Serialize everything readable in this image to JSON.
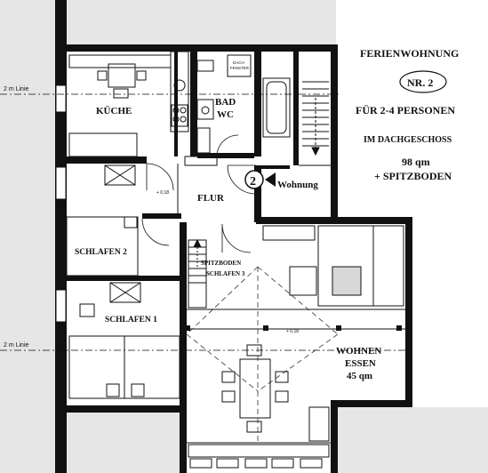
{
  "title": {
    "line1": "FERIENWOHNUNG",
    "badge": "NR. 2",
    "line3": "FÜR 2-4 PERSONEN",
    "line4": "IM DACHGESCHOSS",
    "line5": "98 qm",
    "line6": "+ SPITZBODEN"
  },
  "rooms": {
    "kueche": "KÜCHE",
    "bad": "BAD",
    "wc": "WC",
    "dachfenster_1": "DACH",
    "dachfenster_2": "FENSTER",
    "flur": "FLUR",
    "schlafen2": "SCHLAFEN 2",
    "spitzboden": "SPITZBODEN",
    "schlafen3": "SCHLAFEN 3",
    "schlafen1": "SCHLAFEN 1",
    "wohnen": "WOHNEN",
    "essen": "ESSEN",
    "wohnen_area": "45 qm"
  },
  "entrance": {
    "number": "2",
    "label": "Wohnung"
  },
  "markers": {
    "linie_top": "2 m Linie",
    "linie_bottom": "2 m Linie",
    "level_1": "+ 0,18",
    "level_2": "+ 0,18"
  },
  "colors": {
    "wall": "#111111",
    "line": "#222222",
    "shade": "#e6e6e6",
    "table_fill": "#d8d8d8"
  }
}
